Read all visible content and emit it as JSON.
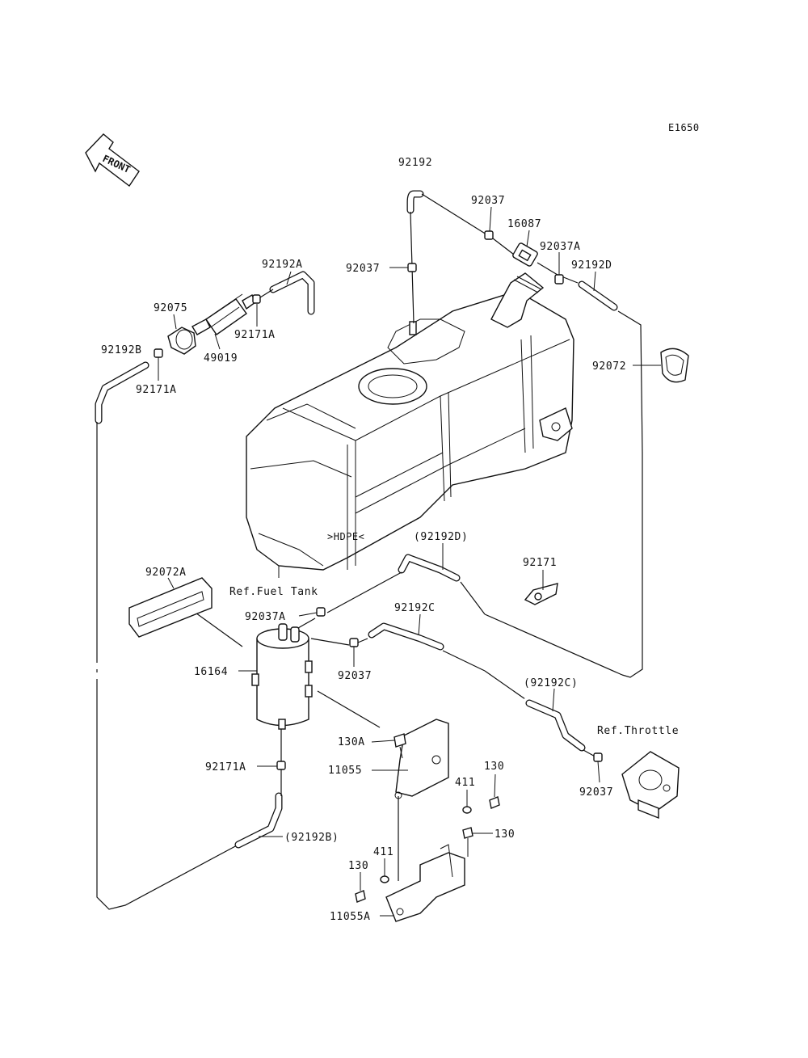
{
  "diagram_code": "E1650",
  "front_label": "FRONT",
  "refs": {
    "fuel_tank": "Ref.Fuel Tank",
    "throttle": "Ref.Throttle"
  },
  "labels": {
    "p92192": "92192",
    "p92037_top": "92037",
    "p16087": "16087",
    "p92037A_top": "92037A",
    "p92192D": "92192D",
    "p92037_left": "92037",
    "p92192A": "92192A",
    "p92075": "92075",
    "p92171A_mid": "92171A",
    "p49019": "49019",
    "p92192B": "92192B",
    "p92171A_left": "92171A",
    "p92072": "92072",
    "p92192D_paren": "(92192D)",
    "p92171": "92171",
    "p92072A": "92072A",
    "p92037A_mid": "92037A",
    "p92192C": "92192C",
    "p16164": "16164",
    "p92037_mid": "92037",
    "p92192C_paren": "(92192C)",
    "p130A": "130A",
    "p11055": "11055",
    "p92171A_low": "92171A",
    "p130_right": "130",
    "p411_right": "411",
    "p130_mid": "130",
    "p92037_right": "92037",
    "p92192B_paren": "(92192B)",
    "p411_left": "411",
    "p130_left": "130",
    "p11055A": "11055A"
  }
}
